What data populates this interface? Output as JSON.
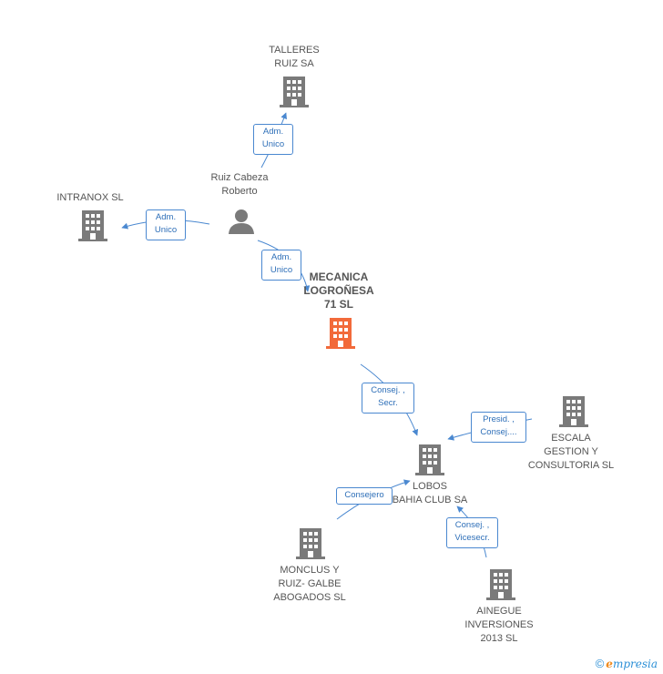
{
  "colors": {
    "company": "#7a7a7a",
    "main_company": "#f26a3a",
    "person": "#7a7a7a",
    "edge": "#4a88d0",
    "edge_text": "#2e6fb8"
  },
  "nodes": [
    {
      "id": "talleres",
      "type": "company",
      "label": "TALLERES\nRUIZ SA"
    },
    {
      "id": "intranox",
      "type": "company",
      "label": "INTRANOX SL"
    },
    {
      "id": "ruiz",
      "type": "person",
      "label": "Ruiz Cabeza\nRoberto"
    },
    {
      "id": "mecanica",
      "type": "main_company",
      "label": "MECANICA\nLOGROÑESA\n71 SL"
    },
    {
      "id": "escala",
      "type": "company",
      "label": "ESCALA\nGESTION Y\nCONSULTORIA SL"
    },
    {
      "id": "lobos",
      "type": "company",
      "label": "LOBOS\nBAHIA CLUB SA"
    },
    {
      "id": "monclus",
      "type": "company",
      "label": "MONCLUS Y\nRUIZ- GALBE\nABOGADOS SL"
    },
    {
      "id": "ainegue",
      "type": "company",
      "label": "AINEGUE\nINVERSIONES\n2013 SL"
    }
  ],
  "edges": [
    {
      "id": "e1",
      "from": "ruiz",
      "to": "talleres",
      "label": "Adm.\nUnico"
    },
    {
      "id": "e2",
      "from": "ruiz",
      "to": "intranox",
      "label": "Adm.\nUnico"
    },
    {
      "id": "e3",
      "from": "ruiz",
      "to": "mecanica",
      "label": "Adm.\nUnico"
    },
    {
      "id": "e4",
      "from": "mecanica",
      "to": "lobos",
      "label": "Consej. ,\nSecr."
    },
    {
      "id": "e5",
      "from": "escala",
      "to": "lobos",
      "label": "Presid. ,\nConsej...."
    },
    {
      "id": "e6",
      "from": "monclus",
      "to": "lobos",
      "label": "Consejero"
    },
    {
      "id": "e7",
      "from": "ainegue",
      "to": "lobos",
      "label": "Consej. ,\nVicesecr."
    }
  ],
  "footer": {
    "copyright": "©",
    "brand_first": "e",
    "brand_rest": "mpresia"
  }
}
